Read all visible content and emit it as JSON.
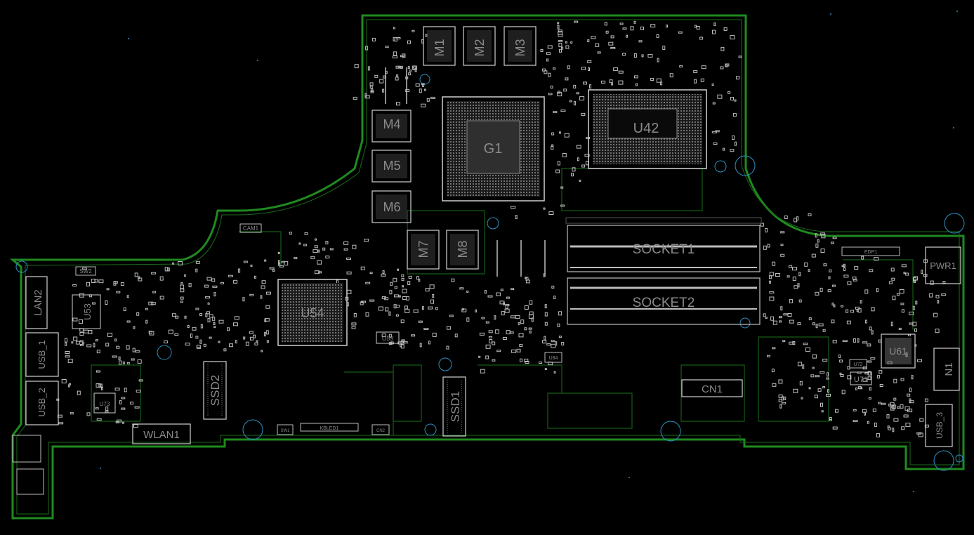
{
  "board": {
    "components": {
      "m1": "M1",
      "m2": "M2",
      "m3": "M3",
      "m4": "M4",
      "m5": "M5",
      "m6": "M6",
      "m7": "M7",
      "m8": "M8",
      "g1": "G1",
      "u42": "U42",
      "u54": "U54",
      "u61": "U61",
      "u53": "U53",
      "u73": "U73",
      "u59": "U59",
      "u71": "U71",
      "u72": "U72",
      "u84": "U84",
      "cam1": "CAM1",
      "sw2": "SW2",
      "sw1": "SW1",
      "socket1": "SOCKET1",
      "socket2": "SOCKET2",
      "cn1": "CN1",
      "cn2": "CN2",
      "ssd1": "SSD1",
      "ssd2": "SSD2",
      "wlan1": "WLAN1",
      "kbled1": "KBLED1",
      "edp1": "EDP1",
      "pwr1": "PWR1",
      "n1": "N1",
      "lan2": "LAN2",
      "usb1": "USB_1",
      "usb2": "USB_2",
      "usb3": "USB_3"
    },
    "colors": {
      "background": "#000000",
      "outline": "#1f8a1f",
      "silkscreen": "#c8c8c8",
      "label": "#8a8a8a",
      "via": "#2d8fbf"
    }
  }
}
